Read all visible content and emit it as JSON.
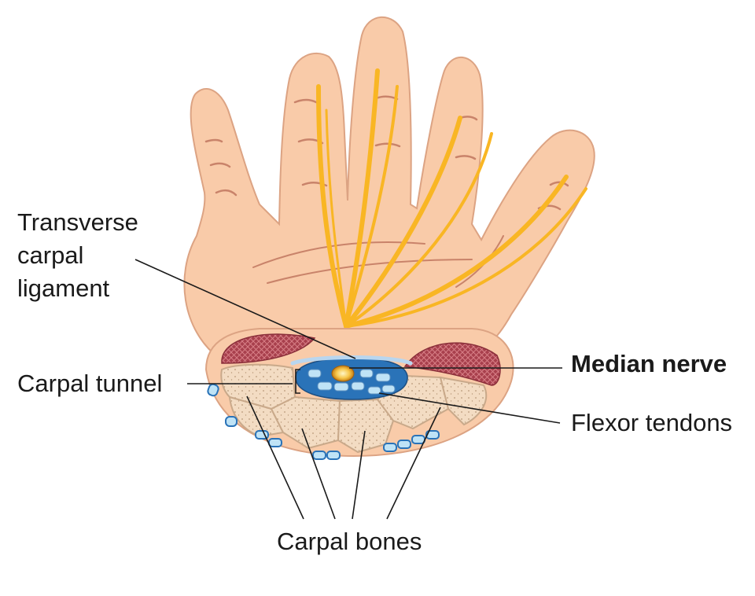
{
  "labels": {
    "transverse_carpal_ligament": [
      "Transverse",
      "carpal",
      "ligament"
    ],
    "carpal_tunnel": "Carpal tunnel",
    "median_nerve": "Median nerve",
    "flexor_tendons": "Flexor tendons",
    "carpal_bones": "Carpal bones"
  },
  "colors": {
    "skin": "#f9cba9",
    "skin_outline": "#dca383",
    "crease": "#c9836a",
    "nerve": "#f9b624",
    "muscle": "#b24a55",
    "bone": "#f3dcc3",
    "tunnel": "#2a73b8",
    "tendon": "#bfe3f6",
    "leader_line": "#1a1a1a"
  }
}
